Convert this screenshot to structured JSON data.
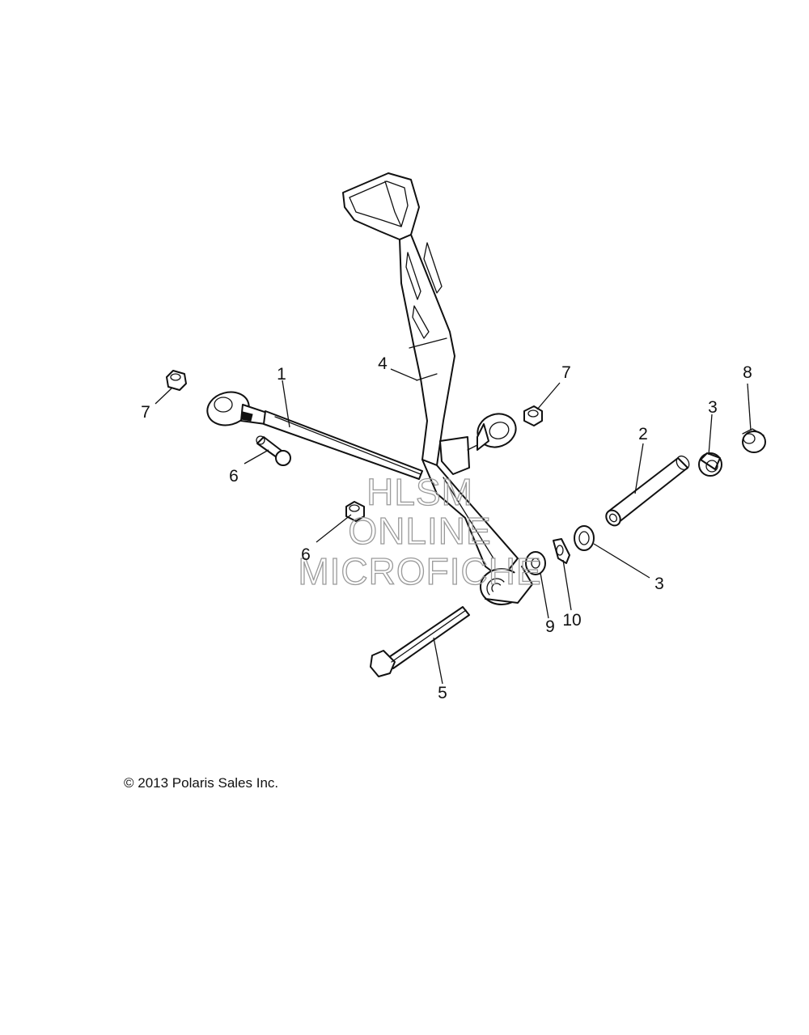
{
  "callouts": [
    {
      "id": "c1",
      "label": "1"
    },
    {
      "id": "c2",
      "label": "2"
    },
    {
      "id": "c3a",
      "label": "3"
    },
    {
      "id": "c3b",
      "label": "3"
    },
    {
      "id": "c4",
      "label": "4"
    },
    {
      "id": "c5",
      "label": "5"
    },
    {
      "id": "c6a",
      "label": "6"
    },
    {
      "id": "c6b",
      "label": "6"
    },
    {
      "id": "c7a",
      "label": "7"
    },
    {
      "id": "c7b",
      "label": "7"
    },
    {
      "id": "c8",
      "label": "8"
    },
    {
      "id": "c9",
      "label": "9"
    },
    {
      "id": "c10",
      "label": "10"
    }
  ],
  "watermark": {
    "line1": "HLSM",
    "line2": "ONLINE",
    "line3": "MICROFICHE"
  },
  "copyright": "© 2013 Polaris Sales Inc."
}
